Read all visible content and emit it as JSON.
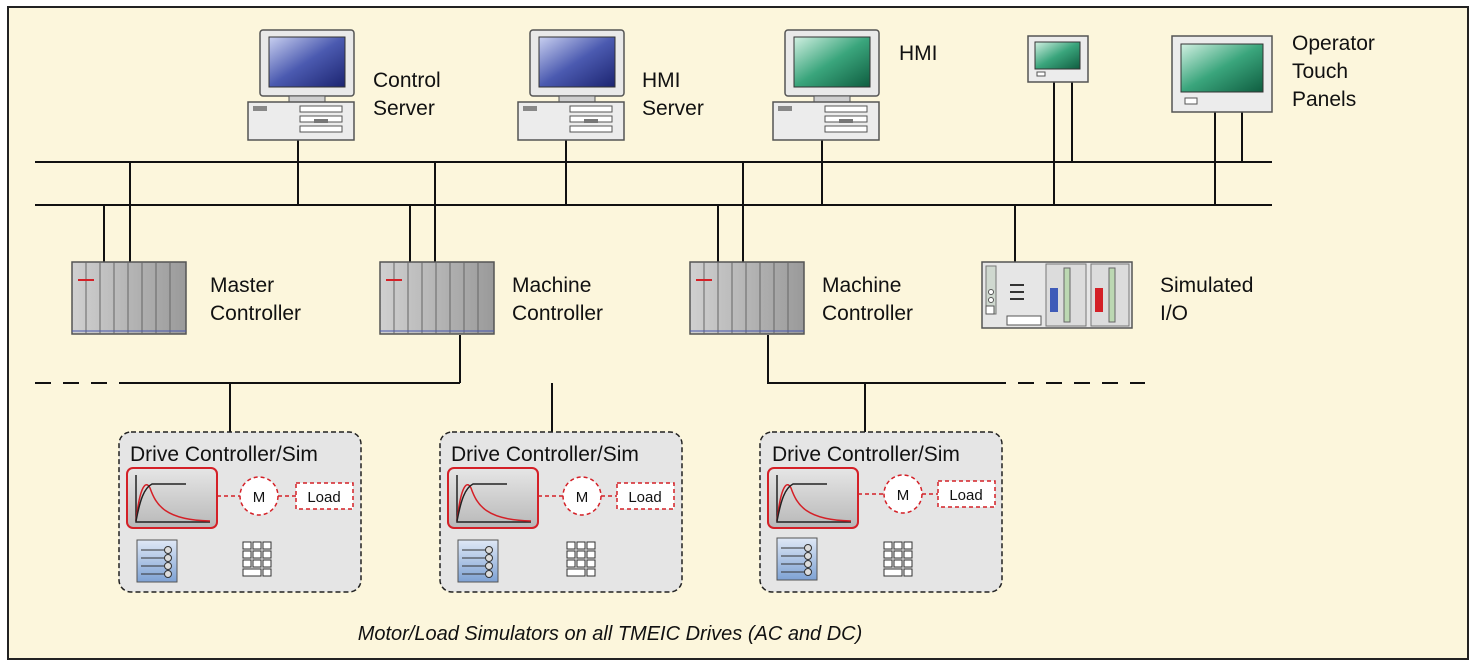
{
  "nodes": {
    "control_server": {
      "line1": "Control",
      "line2": "Server"
    },
    "hmi_server": {
      "line1": "HMI",
      "line2": "Server"
    },
    "hmi": {
      "line1": "HMI"
    },
    "operator_panels": {
      "line1": "Operator",
      "line2": "Touch",
      "line3": "Panels"
    },
    "master_controller": {
      "line1": "Master",
      "line2": "Controller"
    },
    "machine_controller_1": {
      "line1": "Machine",
      "line2": "Controller"
    },
    "machine_controller_2": {
      "line1": "Machine",
      "line2": "Controller"
    },
    "simulated_io": {
      "line1": "Simulated",
      "line2": "I/O"
    }
  },
  "drives": [
    {
      "title": "Drive Controller/Sim",
      "motor": "M",
      "load": "Load"
    },
    {
      "title": "Drive Controller/Sim",
      "motor": "M",
      "load": "Load"
    },
    {
      "title": "Drive Controller/Sim",
      "motor": "M",
      "load": "Load"
    }
  ],
  "caption": "Motor/Load Simulators on all TMEIC Drives (AC and DC)",
  "colors": {
    "background": "#fcf6dc",
    "border": "#222222",
    "accent_red": "#d42027",
    "panel_gray": "#e5e5e5",
    "monitor_blue": "#3a4a9c",
    "monitor_green": "#2f9a72"
  }
}
